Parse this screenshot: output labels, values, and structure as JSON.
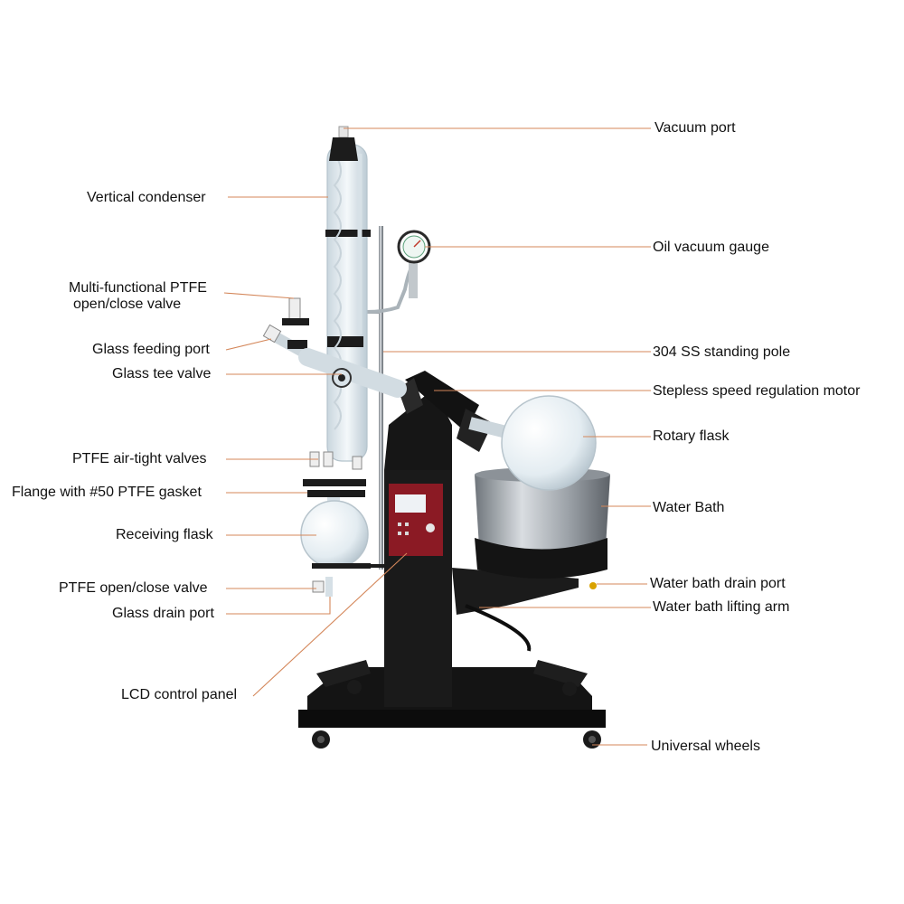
{
  "labels": {
    "vacuum_port": "Vacuum port",
    "vertical_condenser": "Vertical condenser",
    "oil_vacuum_gauge": "Oil vacuum gauge",
    "ptfe_valve_line1": "Multi-functional PTFE",
    "ptfe_valve_line2": "open/close valve",
    "glass_feeding_port": "Glass feeding port",
    "standing_pole": "304 SS standing pole",
    "glass_tee_valve": "Glass tee valve",
    "motor": "Stepless speed regulation motor",
    "rotary_flask": "Rotary flask",
    "air_tight_valves": "PTFE air-tight valves",
    "flange": "Flange with #50 PTFE gasket",
    "water_bath": "Water Bath",
    "receiving_flask": "Receiving flask",
    "drain_port_bath": "Water bath drain port",
    "ptfe_open_close": "PTFE open/close valve",
    "lifting_arm": "Water bath lifting arm",
    "glass_drain_port": "Glass drain port",
    "lcd_panel": "LCD control panel",
    "wheels": "Universal wheels"
  },
  "colors": {
    "leader": "#d4875a",
    "frame": "#111111",
    "panel": "#8b1a24",
    "steel": "#b9bec3",
    "glass": "#dfe9ef"
  }
}
